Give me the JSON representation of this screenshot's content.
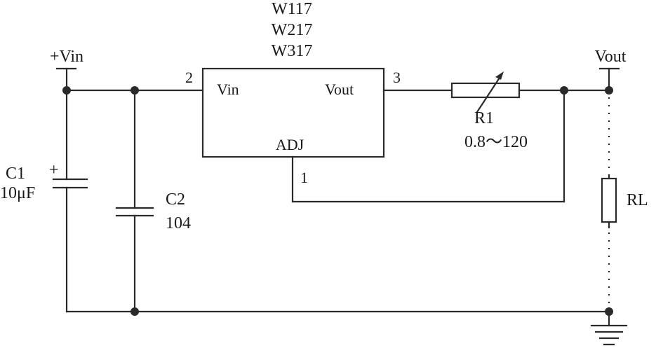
{
  "ic": {
    "part_numbers": [
      "W117",
      "W217",
      "W317"
    ],
    "pin_vin_label": "Vin",
    "pin_vout_label": "Vout",
    "pin_adj_label": "ADJ",
    "pin2_number": "2",
    "pin3_number": "3",
    "pin1_number": "1"
  },
  "terminals": {
    "input_label": "+Vin",
    "output_label": "Vout"
  },
  "c1": {
    "name": "C1",
    "value": "10μF",
    "polarity": "+"
  },
  "c2": {
    "name": "C2",
    "value": "104"
  },
  "r1": {
    "name": "R1",
    "value": "0.8～120"
  },
  "load": {
    "name": "RL"
  },
  "colors": {
    "ink": "#2a2a2a",
    "background": "#ffffff"
  }
}
